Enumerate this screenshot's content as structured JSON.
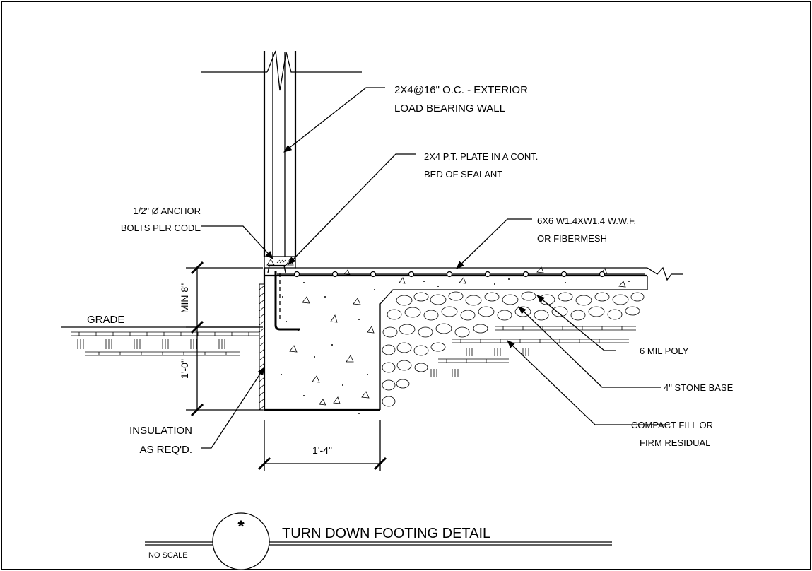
{
  "labels": {
    "wall": [
      "2X4@16\" O.C. - EXTERIOR",
      "LOAD BEARING WALL"
    ],
    "plate": [
      "2X4 P.T. PLATE IN A CONT.",
      "BED OF SEALANT"
    ],
    "anchor": [
      "1/2\" Ø ANCHOR",
      "BOLTS PER CODE"
    ],
    "mesh": [
      "6X6 W1.4XW1.4 W.W.F.",
      "OR FIBERMESH"
    ],
    "grade": "GRADE",
    "poly": "6 MIL POLY",
    "stone": "4\" STONE BASE",
    "fill": [
      "COMPACT FILL OR",
      "FIRM RESIDUAL"
    ],
    "insulation": [
      "INSULATION",
      "AS REQ'D."
    ]
  },
  "dimensions": {
    "min_depth": "MIN 8\"",
    "footing_height": "1'-0\"",
    "footing_width": "1'-4\""
  },
  "title_block": {
    "symbol": "*",
    "title": "TURN DOWN FOOTING DETAIL",
    "scale": "NO SCALE"
  }
}
